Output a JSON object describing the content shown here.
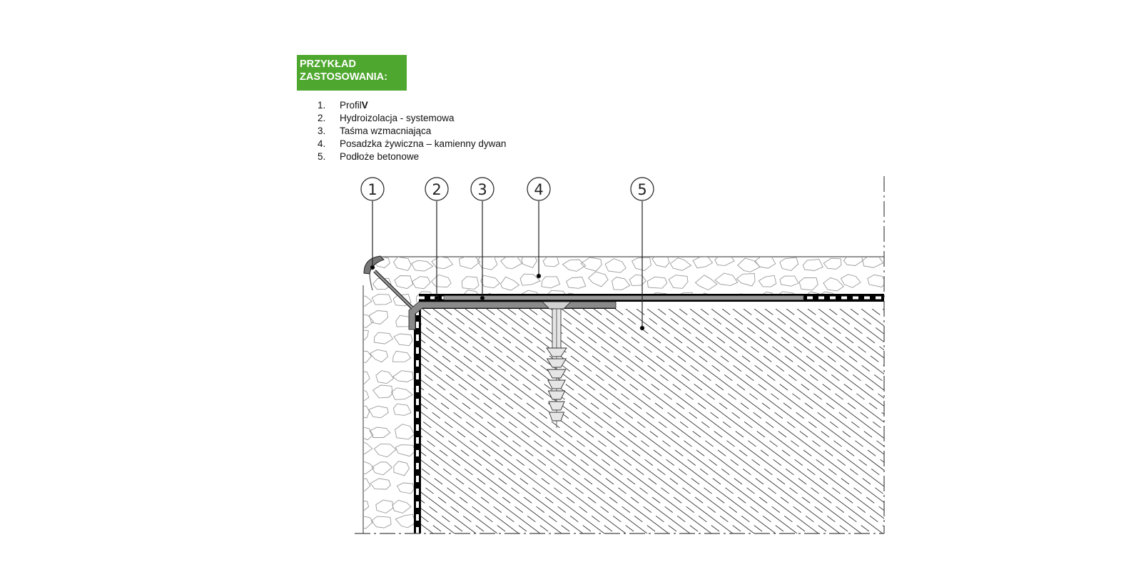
{
  "badge": {
    "line1": "PRZYKŁAD",
    "line2": "ZASTOSOWANIA:"
  },
  "legend": [
    {
      "num": "1.",
      "text": "Profil ",
      "bold": "V"
    },
    {
      "num": "2.",
      "text": "Hydroizolacja - systemowa",
      "bold": ""
    },
    {
      "num": "3.",
      "text": "Taśma wzmacniająca",
      "bold": ""
    },
    {
      "num": "4.",
      "text": "Posadzka żywiczna – kamienny dywan",
      "bold": ""
    },
    {
      "num": "5.",
      "text": "Podłoże betonowe",
      "bold": ""
    }
  ],
  "callouts": [
    "1",
    "2",
    "3",
    "4",
    "5"
  ]
}
